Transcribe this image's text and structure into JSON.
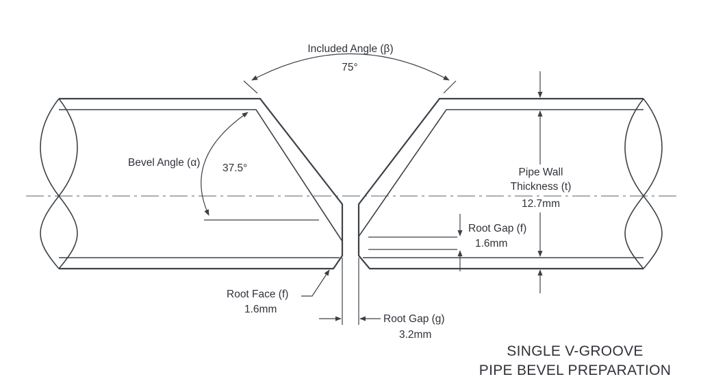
{
  "included_angle": {
    "label": "Included Angle (β)",
    "value": "75°"
  },
  "bevel_angle": {
    "label": "Bevel Angle (α)",
    "value": "37.5°"
  },
  "wall_thickness": {
    "line1": "Pipe Wall",
    "line2": "Thickness (t)",
    "value": "12.7mm"
  },
  "root_gap_right": {
    "label": "Root Gap (f)",
    "value": "1.6mm"
  },
  "root_face": {
    "label": "Root Face (f)",
    "value": "1.6mm"
  },
  "root_gap_bottom": {
    "label": "Root Gap (g)",
    "value": "3.2mm"
  },
  "title": {
    "line1": "SINGLE V-GROOVE",
    "line2": "PIPE BEVEL PREPARATION"
  },
  "colors": {
    "line": "#3c4148",
    "text": "#2e3238",
    "background": "#ffffff"
  }
}
